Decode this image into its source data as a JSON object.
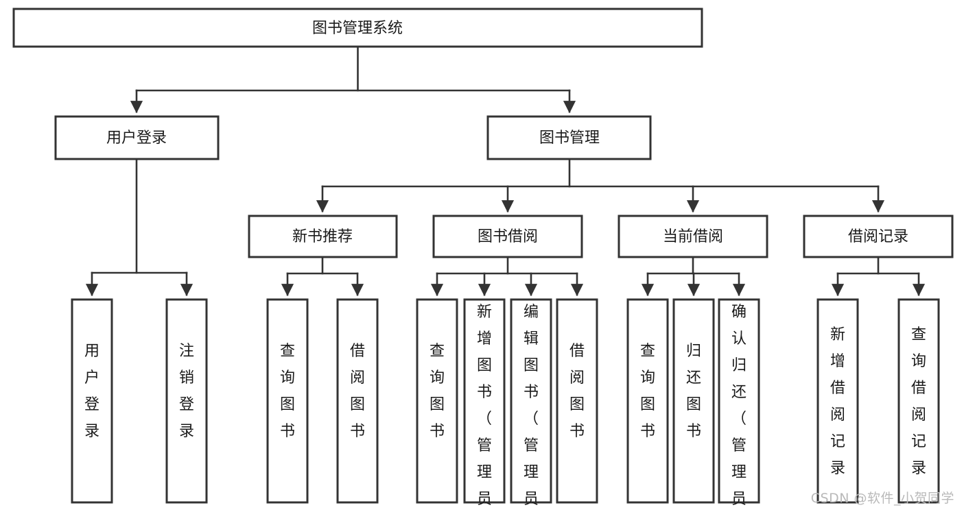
{
  "diagram": {
    "type": "tree-hierarchy-diagram",
    "title": "图书管理系统",
    "theme": {
      "background": "#ffffff",
      "box_fill": "#ffffff",
      "box_stroke": "#333333",
      "text_color": "#1a1a1a",
      "watermark_color": "#b9b9b9"
    },
    "levels": [
      {
        "level": 1,
        "nodes": [
          {
            "id": "root",
            "label": "图书管理系统",
            "orientation": "horizontal"
          }
        ]
      },
      {
        "level": 2,
        "nodes": [
          {
            "id": "user-login",
            "label": "用户登录",
            "orientation": "horizontal",
            "parent": "root"
          },
          {
            "id": "book-manage",
            "label": "图书管理",
            "orientation": "horizontal",
            "parent": "root"
          }
        ]
      },
      {
        "level": 3,
        "nodes": [
          {
            "id": "new-book-rec",
            "label": "新书推荐",
            "orientation": "horizontal",
            "parent": "book-manage"
          },
          {
            "id": "book-borrow",
            "label": "图书借阅",
            "orientation": "horizontal",
            "parent": "book-manage"
          },
          {
            "id": "current-borrow",
            "label": "当前借阅",
            "orientation": "horizontal",
            "parent": "book-manage"
          },
          {
            "id": "borrow-record",
            "label": "借阅记录",
            "orientation": "horizontal",
            "parent": "book-manage"
          }
        ]
      },
      {
        "level": 4,
        "nodes": [
          {
            "id": "leaf-user-login",
            "label": "用户登录",
            "orientation": "vertical",
            "parent": "user-login"
          },
          {
            "id": "leaf-user-logout",
            "label": "注销登录",
            "orientation": "vertical",
            "parent": "user-login"
          },
          {
            "id": "leaf-query-book-1",
            "label": "查询图书",
            "orientation": "vertical",
            "parent": "new-book-rec"
          },
          {
            "id": "leaf-borrow-book-1",
            "label": "借阅图书",
            "orientation": "vertical",
            "parent": "new-book-rec"
          },
          {
            "id": "leaf-query-book-2",
            "label": "查询图书",
            "orientation": "vertical",
            "parent": "book-borrow"
          },
          {
            "id": "leaf-add-book",
            "label": "新增图书（管理员）",
            "orientation": "vertical",
            "parent": "book-borrow"
          },
          {
            "id": "leaf-edit-book",
            "label": "编辑图书（管理员）",
            "orientation": "vertical",
            "parent": "book-borrow"
          },
          {
            "id": "leaf-borrow-book-2",
            "label": "借阅图书",
            "orientation": "vertical",
            "parent": "book-borrow"
          },
          {
            "id": "leaf-query-book-3",
            "label": "查询图书",
            "orientation": "vertical",
            "parent": "current-borrow"
          },
          {
            "id": "leaf-return-book",
            "label": "归还图书",
            "orientation": "vertical",
            "parent": "current-borrow"
          },
          {
            "id": "leaf-confirm-return",
            "label": "确认归还（管理员）",
            "orientation": "vertical",
            "parent": "current-borrow"
          },
          {
            "id": "leaf-add-record",
            "label": "新增借阅记录",
            "orientation": "vertical",
            "parent": "borrow-record"
          },
          {
            "id": "leaf-query-record",
            "label": "查询借阅记录",
            "orientation": "vertical",
            "parent": "borrow-record"
          }
        ]
      }
    ],
    "watermark": "CSDN @软件_小贺同学"
  },
  "nodes": {
    "root": {
      "label": "图书管理系统"
    },
    "user_login": {
      "label": "用户登录"
    },
    "book_manage": {
      "label": "图书管理"
    },
    "new_book_rec": {
      "label": "新书推荐"
    },
    "book_borrow": {
      "label": "图书借阅"
    },
    "current_borrow": {
      "label": "当前借阅"
    },
    "borrow_record": {
      "label": "借阅记录"
    },
    "leaf_user_login": {
      "label": "用户登录"
    },
    "leaf_user_logout": {
      "label": "注销登录"
    },
    "leaf_query_book_1": {
      "label": "查询图书"
    },
    "leaf_borrow_book_1": {
      "label": "借阅图书"
    },
    "leaf_query_book_2": {
      "label": "查询图书"
    },
    "leaf_add_book": {
      "label": "新增图书（管理员）"
    },
    "leaf_edit_book": {
      "label": "编辑图书（管理员）"
    },
    "leaf_borrow_book_2": {
      "label": "借阅图书"
    },
    "leaf_query_book_3": {
      "label": "查询图书"
    },
    "leaf_return_book": {
      "label": "归还图书"
    },
    "leaf_confirm_return": {
      "label": "确认归还（管理员）"
    },
    "leaf_add_record": {
      "label": "新增借阅记录"
    },
    "leaf_query_record": {
      "label": "查询借阅记录"
    }
  },
  "watermark": {
    "text": "CSDN @软件_小贺同学"
  }
}
